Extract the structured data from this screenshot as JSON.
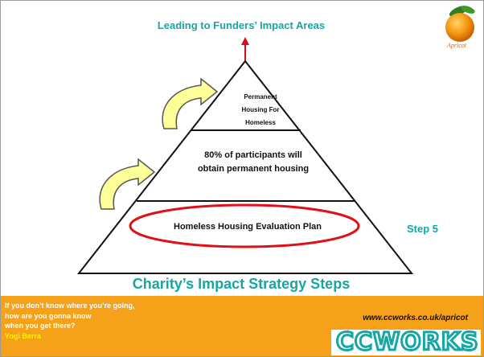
{
  "header": {
    "title": "Leading to Funders’ Impact Areas"
  },
  "pyramid": {
    "top_tier": [
      "Permanent",
      "Housing For",
      "Homeless"
    ],
    "middle_tier": [
      "80% of participants will",
      "obtain permanent housing"
    ],
    "base_tier": "Homeless Housing Evaluation Plan",
    "step_label": "Step 5"
  },
  "footer": {
    "title": "Charity’s Impact Strategy Steps",
    "quote": [
      "If you don’t know where you’re going,",
      "how are you gonna know",
      "when you get there?"
    ],
    "quote_author": "Yogi Berra",
    "website": "www.ccworks.co.uk/apricot",
    "logo_text": "CCWORKS"
  },
  "branding": {
    "apricot_word": "Apricot"
  },
  "colors": {
    "teal": "#14a7a4",
    "orange": "#f5a11a",
    "red_ellipse": "#e0101a",
    "arrow_red": "#d0101a",
    "curved_arrow_fill": "#ffff99",
    "curved_arrow_stroke": "#555555"
  },
  "icons": {
    "apricot_logo": "apricot-fruit-icon",
    "growth_arrows": "curved-arrow-icon",
    "up_arrow": "up-arrow-icon"
  }
}
